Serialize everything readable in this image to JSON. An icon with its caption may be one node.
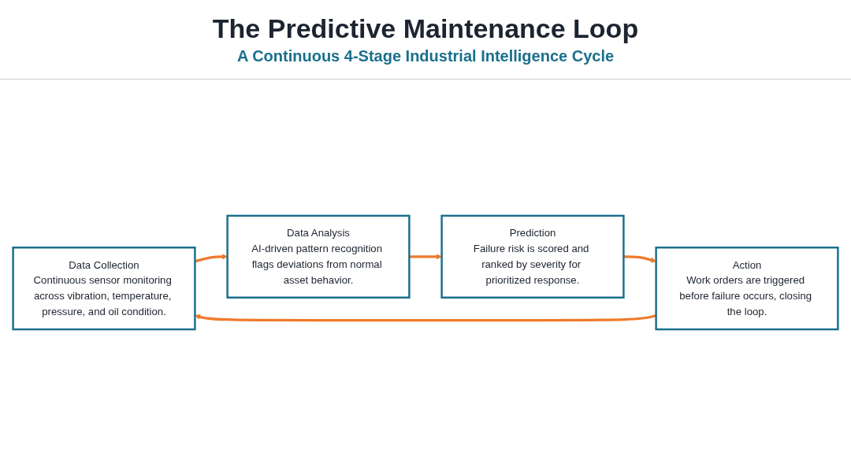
{
  "diagram": {
    "title": "The Predictive Maintenance Loop",
    "nodes": [
      {
        "text": [
          "Data Collection",
          "Continuous sensor monitoring across vibration, temperature, pressure, and oil condition."
        ]
      },
      {
        "text": [
          "Data Analysis",
          "AI-driven pattern recognition flags deviations from normal asset behavior."
        ]
      },
      {
        "text": [
          "Prediction",
          "Failure risk is scored and ranked by severity for prioritized response."
        ]
      },
      {
        "text": [
          "Action",
          "Work orders are triggered before failure occurs, closing the loop."
        ]
      }
    ],
    "edges": [
      {
        "from": 0,
        "to": 1,
        "arrow": "to"
      },
      {
        "from": 1,
        "to": 2,
        "arrow": "to"
      },
      {
        "from": 2,
        "to": 3,
        "arrow": "to"
      },
      {
        "from": 3,
        "to": 0,
        "arrow": "to"
      }
    ],
    "labels": [
      "A Continuous 4-Stage Industrial Intelligence Cycle"
    ]
  }
}
